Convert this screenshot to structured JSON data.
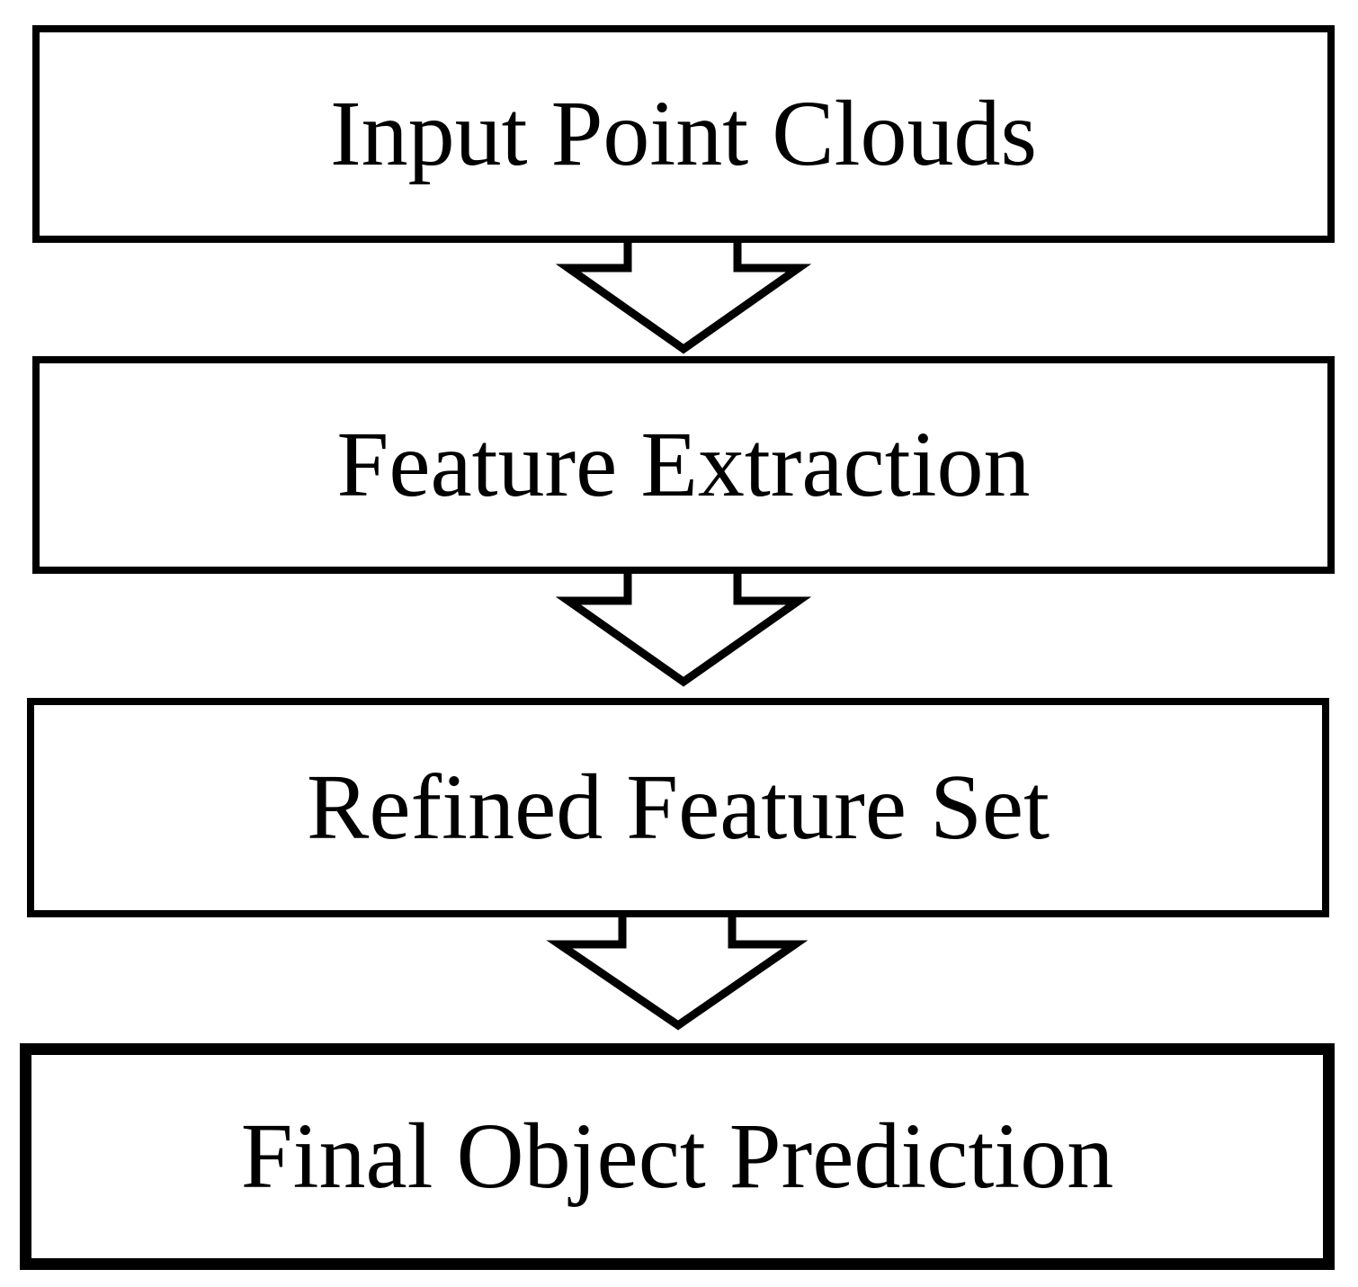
{
  "diagram": {
    "colors": {
      "stroke": "#000000",
      "fill": "#ffffff",
      "text": "#000000"
    },
    "steps": [
      {
        "label": "Input Point Clouds"
      },
      {
        "label": "Feature Extraction"
      },
      {
        "label": "Refined Feature Set"
      },
      {
        "label": "Final Object Prediction"
      }
    ],
    "connectors": [
      {
        "from": "Input Point Clouds",
        "to": "Feature Extraction",
        "icon": "hollow-down-arrow-icon"
      },
      {
        "from": "Feature Extraction",
        "to": "Refined Feature Set",
        "icon": "hollow-down-arrow-icon"
      },
      {
        "from": "Refined Feature Set",
        "to": "Final Object Prediction",
        "icon": "hollow-down-arrow-icon"
      }
    ]
  }
}
